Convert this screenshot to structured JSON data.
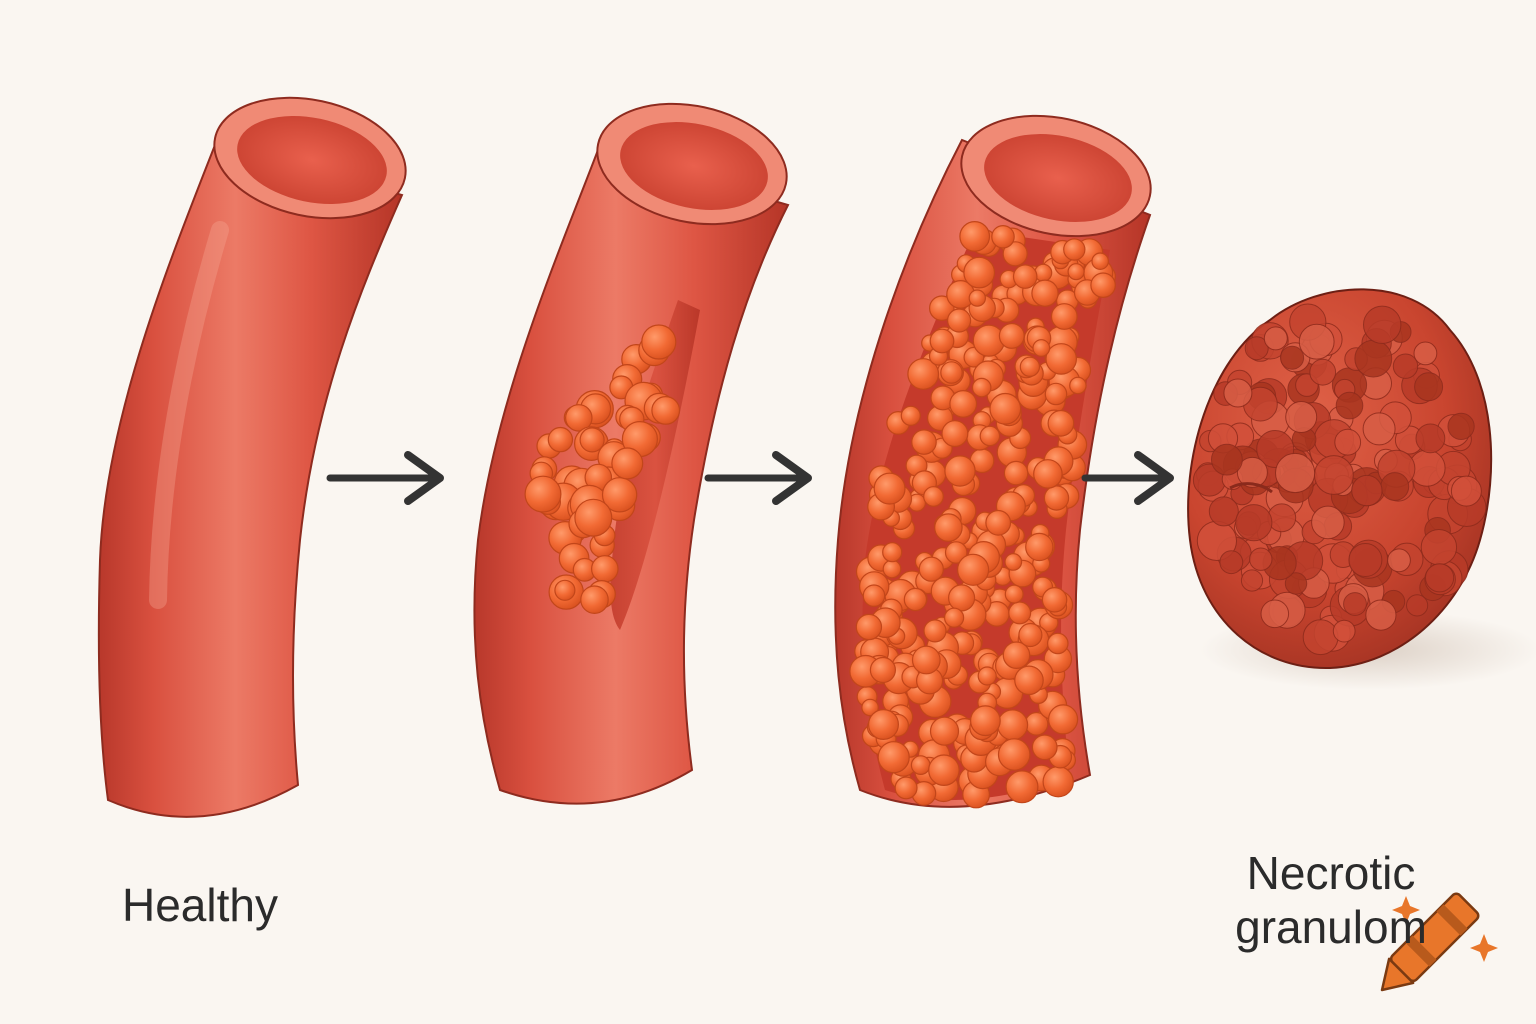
{
  "stages": [
    {
      "id": "healthy",
      "label": "Healthy"
    },
    {
      "id": "early",
      "label": ""
    },
    {
      "id": "advanced",
      "label": ""
    },
    {
      "id": "final",
      "label_line1": "Necrotic",
      "label_line2": "granulom"
    }
  ],
  "colors": {
    "background": "#faf6f1",
    "vessel": "#e05a45",
    "vessel_dark": "#b8382b",
    "lumen": "#d9473a",
    "nodule": "#f0622e",
    "granuloma": "#c9452f",
    "arrow": "#333333",
    "crayon": "#e8762a"
  },
  "icons": [
    "arrow-right-icon",
    "crayon-icon",
    "sparkle-icon"
  ]
}
